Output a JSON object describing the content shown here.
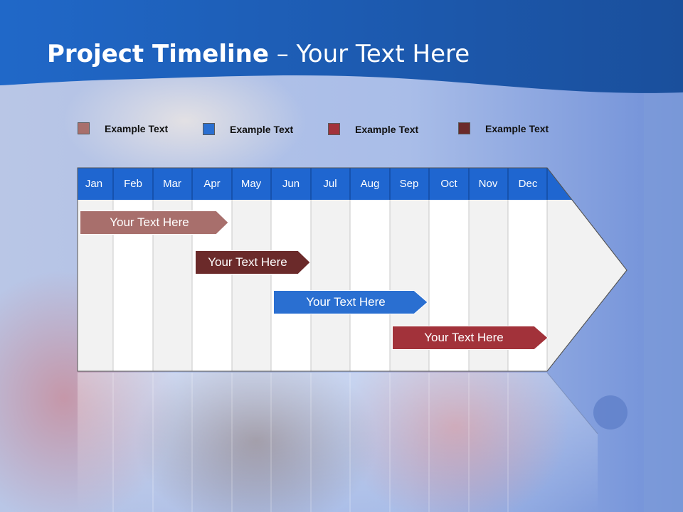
{
  "slide": {
    "title_bold": "Project Timeline",
    "title_rest": " – Your Text Here"
  },
  "legend": [
    {
      "label": "Example Text",
      "color": "#a86f6c"
    },
    {
      "label": "Example Text",
      "color": "#2a6fd1"
    },
    {
      "label": "Example Text",
      "color": "#a2323a"
    },
    {
      "label": "Example Text",
      "color": "#6b2a2a"
    }
  ],
  "months": [
    "Jan",
    "Feb",
    "Mar",
    "Apr",
    "May",
    "Jun",
    "Jul",
    "Aug",
    "Sep",
    "Oct",
    "Nov",
    "Dec"
  ],
  "tasks": [
    {
      "label": "Your  Text Here",
      "color": "#a86f6c",
      "start_month": "Jan",
      "end_month": "Apr"
    },
    {
      "label": "Your  Text Here",
      "color": "#6b2a2a",
      "start_month": "Apr",
      "end_month": "Jun"
    },
    {
      "label": "Your  Text Here",
      "color": "#2a6fd1",
      "start_month": "Jun",
      "end_month": "Sep"
    },
    {
      "label": "Your  Text Here",
      "color": "#a2323a",
      "start_month": "Sep",
      "end_month": "Dec"
    }
  ],
  "colors": {
    "header_blue": "#1f5fb8",
    "month_header_blue": "#1f66d0",
    "background_blue": "#a9bde6"
  }
}
